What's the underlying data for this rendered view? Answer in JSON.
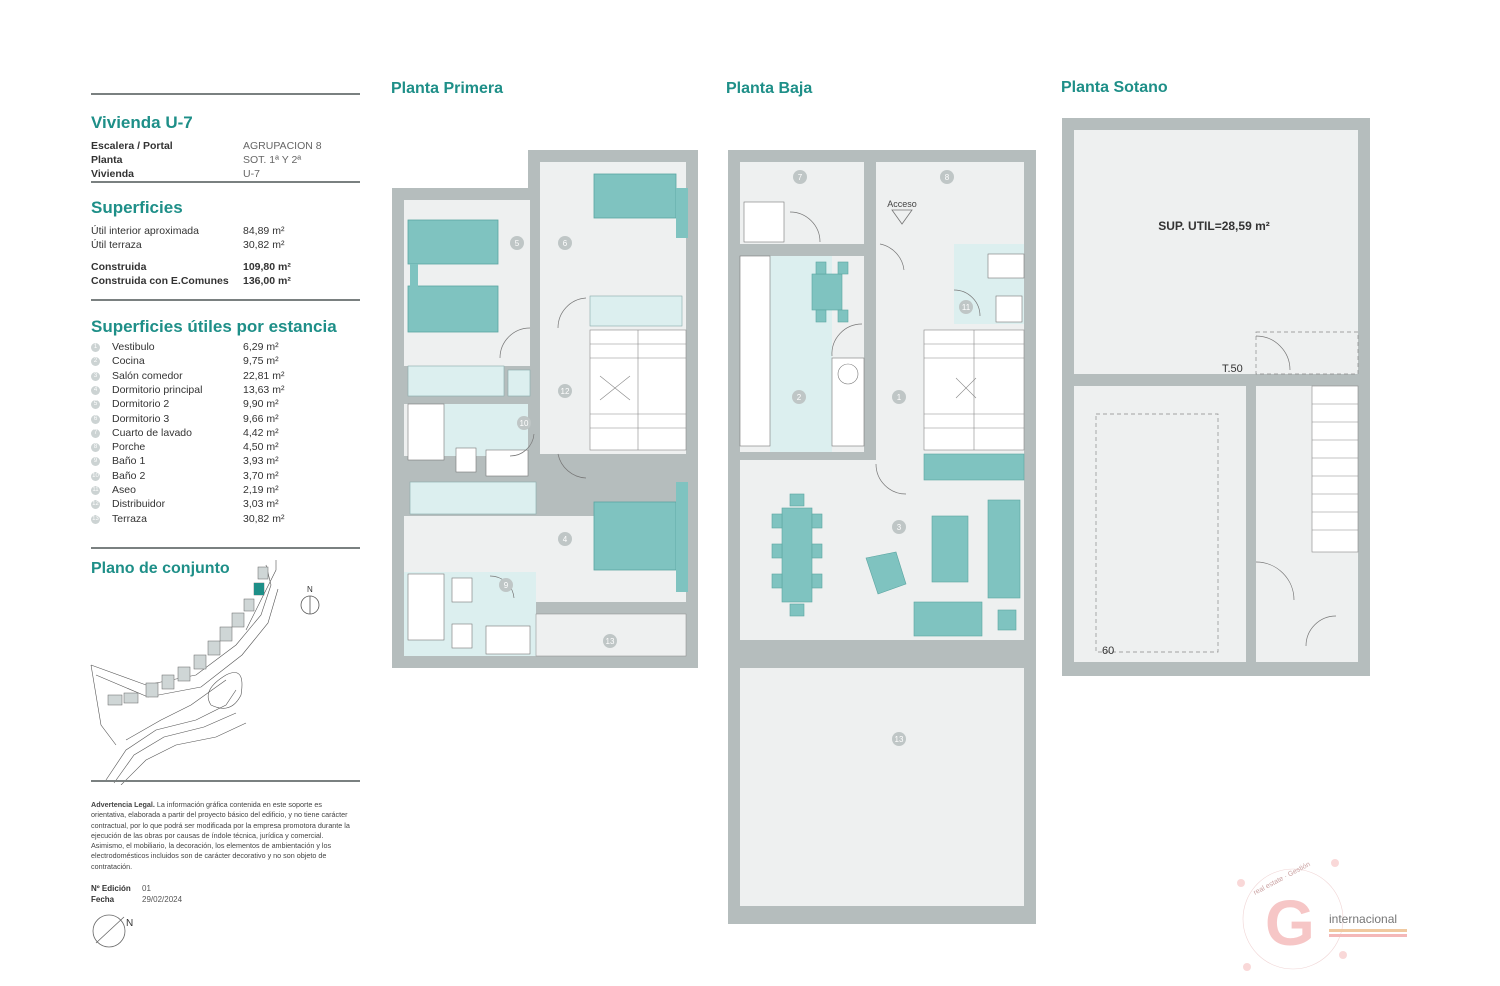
{
  "header": {
    "title": "Vivienda U-7",
    "fields": [
      {
        "label": "Escalera / Portal",
        "value": "AGRUPACION 8"
      },
      {
        "label": "Planta",
        "value": "SOT. 1ª Y 2ª"
      },
      {
        "label": "Vivienda",
        "value": "U-7"
      }
    ]
  },
  "superficies": {
    "title": "Superficies",
    "rows": [
      {
        "label": "Útil interior aproximada",
        "value": "84,89 m²"
      },
      {
        "label": "Útil terraza",
        "value": "30,82 m²"
      },
      {
        "label": "Construida",
        "value": "109,80 m²"
      },
      {
        "label": "Construida con E.Comunes",
        "value": "136,00 m²"
      }
    ]
  },
  "estancias": {
    "title": "Superficies útiles por estancia",
    "rows": [
      {
        "num": "1",
        "name": "Vestibulo",
        "value": "6,29 m²"
      },
      {
        "num": "2",
        "name": "Cocina",
        "value": "9,75 m²"
      },
      {
        "num": "3",
        "name": "Salón comedor",
        "value": "22,81 m²"
      },
      {
        "num": "4",
        "name": "Dormitorio principal",
        "value": "13,63 m²"
      },
      {
        "num": "5",
        "name": "Dormitorio 2",
        "value": "9,90 m²"
      },
      {
        "num": "6",
        "name": "Dormitorio 3",
        "value": "9,66 m²"
      },
      {
        "num": "7",
        "name": "Cuarto de lavado",
        "value": "4,42 m²"
      },
      {
        "num": "8",
        "name": "Porche",
        "value": "4,50 m²"
      },
      {
        "num": "9",
        "name": "Baño 1",
        "value": "3,93 m²"
      },
      {
        "num": "10",
        "name": "Baño 2",
        "value": "3,70 m²"
      },
      {
        "num": "11",
        "name": "Aseo",
        "value": "2,19 m²"
      },
      {
        "num": "12",
        "name": "Distribuidor",
        "value": "3,03 m²"
      },
      {
        "num": "13",
        "name": "Terraza",
        "value": "30,82 m²"
      }
    ]
  },
  "conjunto": {
    "title": "Plano de conjunto",
    "north": "N"
  },
  "legal": {
    "heading": "Advertencia Legal.",
    "text": "La información gráfica contenida en este soporte es orientativa, elaborada a partir del proyecto básico del edificio, y no tiene carácter contractual, por lo que podrá ser modificada por la empresa promotora durante la ejecución de las obras por causas de índole técnica, jurídica y comercial. Asimismo, el mobiliario, la decoración, los elementos de ambientación y los electrodomésticos incluidos son de carácter decorativo y no son objeto de contratación."
  },
  "edicion": {
    "label": "Nº Edición",
    "value": "01"
  },
  "fecha": {
    "label": "Fecha",
    "value": "29/02/2024"
  },
  "compass_label": "N",
  "plans": {
    "primera": {
      "title": "Planta Primera",
      "rooms": [
        "5",
        "6",
        "12",
        "10",
        "4",
        "9",
        "13"
      ]
    },
    "baja": {
      "title": "Planta Baja",
      "rooms": [
        "7",
        "8",
        "11",
        "2",
        "1",
        "3",
        "13"
      ],
      "acceso": "Acceso"
    },
    "sotano": {
      "title": "Planta Sotano",
      "sup_util": "SUP. UTIL=28,59 m²",
      "t50": "T.50",
      "sixty": "60"
    }
  },
  "watermark": {
    "brand": "internacional",
    "ring": "real estate · Gestión"
  },
  "colors": {
    "accent": "#1e8f88",
    "furniture": "#7fc3c0",
    "wall": "#b5bdbd",
    "wet": "#dcefef"
  }
}
